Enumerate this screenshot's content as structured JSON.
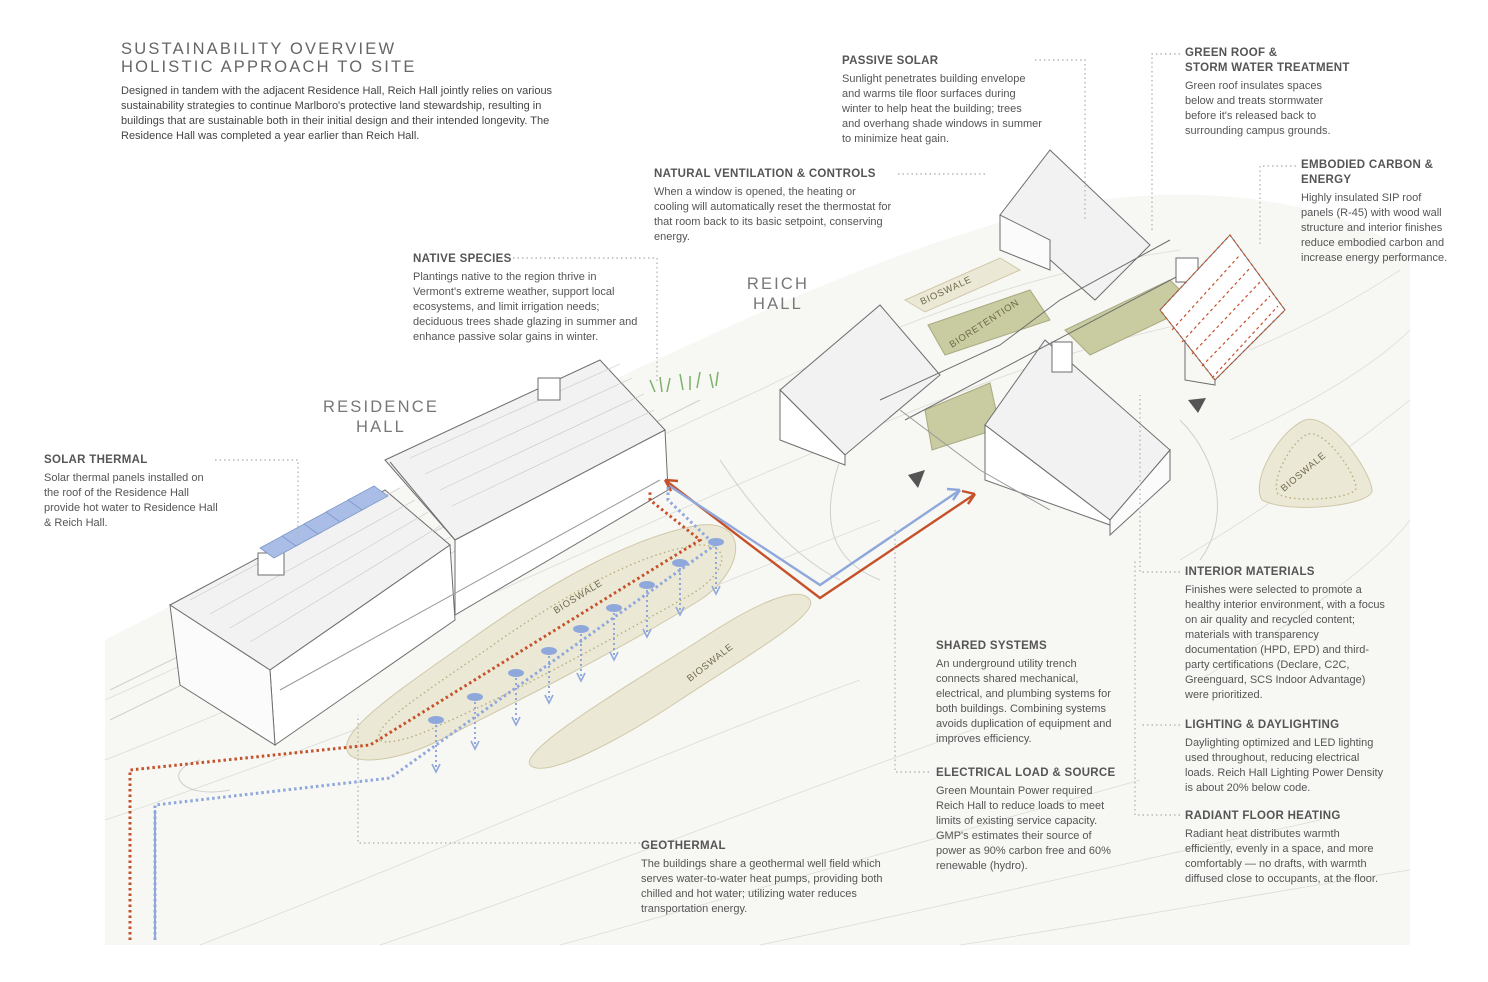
{
  "title": {
    "line1": "SUSTAINABILITY OVERVIEW",
    "line2": "HOLISTIC APPROACH TO SITE"
  },
  "intro": "Designed in tandem with the adjacent Residence Hall, Reich Hall jointly relies on various sustainability strategies to continue Marlboro's protective land stewardship, resulting in buildings that are sustainable both in their initial design and their intended longevity.  The Residence Hall was completed a year earlier than Reich Hall.",
  "buildings": {
    "residence_line1": "RESIDENCE",
    "residence_line2": "HALL",
    "reich_line1": "REICH",
    "reich_line2": "HALL"
  },
  "map_labels": {
    "bioswale_1": "BIOSWALE",
    "bioswale_2": "BIOSWALE",
    "bioswale_3": "BIOSWALE",
    "bioswale_4": "BIOSWALE",
    "bioretention": "BIORETENTION"
  },
  "annotations": {
    "solar_thermal": {
      "heading": "SOLAR THERMAL",
      "body": "Solar thermal panels installed on the roof of the Residence Hall provide hot water to Residence Hall & Reich Hall."
    },
    "native_species": {
      "heading": "NATIVE SPECIES",
      "body": "Plantings native to the region thrive in Vermont's extreme weather, support local ecosystems, and limit irrigation needs; deciduous trees shade glazing in summer and enhance passive solar gains in winter."
    },
    "natural_ventilation": {
      "heading": "NATURAL VENTILATION & CONTROLS",
      "body": "When a window is opened, the heating or cooling will automatically reset the thermostat for that room back to its basic setpoint, conserving energy."
    },
    "passive_solar": {
      "heading": "PASSIVE SOLAR",
      "body": "Sunlight penetrates building envelope and warms tile floor surfaces during winter to help heat the building; trees and overhang shade windows in summer to minimize heat gain."
    },
    "green_roof": {
      "heading_line1": "GREEN ROOF &",
      "heading_line2": "STORM WATER TREATMENT",
      "body": "Green roof insulates spaces below and treats stormwater before it's released back to surrounding campus grounds."
    },
    "embodied_carbon": {
      "heading_line1": "EMBODIED CARBON &",
      "heading_line2": "ENERGY",
      "body": "Highly insulated SIP roof panels (R-45) with wood wall structure and interior finishes reduce embodied carbon and increase energy performance."
    },
    "interior_materials": {
      "heading": "INTERIOR MATERIALS",
      "body": "Finishes were selected to promote a healthy interior environment, with a focus on air quality and recycled content; materials with transparency documentation (HPD, EPD) and third-party certifications (Declare, C2C, Greenguard, SCS Indoor Advantage) were prioritized."
    },
    "shared_systems": {
      "heading": "SHARED SYSTEMS",
      "body": "An underground utility trench connects shared mechanical, electrical, and plumbing systems for both buildings.  Combining systems avoids duplication of equipment and improves efficiency."
    },
    "lighting": {
      "heading": "LIGHTING & DAYLIGHTING",
      "body": "Daylighting optimized and LED lighting used throughout, reducing electrical loads.  Reich Hall Lighting Power Density is about 20% below code."
    },
    "electrical_load": {
      "heading": "ELECTRICAL LOAD & SOURCE",
      "body": "Green Mountain Power required Reich Hall to reduce loads to meet limits of existing service capacity.  GMP's estimates their source of power as 90% carbon free and 60% renewable (hydro)."
    },
    "radiant_floor": {
      "heading": "RADIANT FLOOR HEATING",
      "body": "Radiant heat distributes warmth efficiently, evenly in a space, and more comfortably — no drafts, with warmth diffused close to occupants, at the floor."
    },
    "geothermal": {
      "heading": "GEOTHERMAL",
      "body": "The buildings share a geothermal well field which serves water-to-water heat pumps, providing both chilled and hot water; utilizing water reduces transportation energy."
    }
  },
  "colors": {
    "hot_line": "#c5512a",
    "cold_line": "#8fa8dc",
    "bioswale_fill": "#ece8d6",
    "bioretention_fill": "#c9cba0",
    "solar_panel": "#a9bde6"
  }
}
